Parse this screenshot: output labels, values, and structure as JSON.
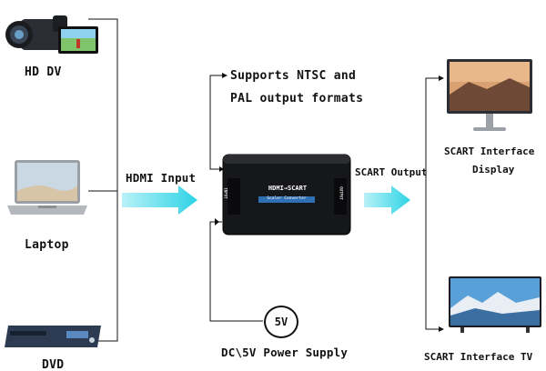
{
  "sources": [
    {
      "label": "HD DV",
      "icon": "camcorder-icon"
    },
    {
      "label": "Laptop",
      "icon": "laptop-icon"
    },
    {
      "label": "DVD",
      "icon": "dvd-player-icon"
    }
  ],
  "input_label": "HDMI Input",
  "output_label": "SCART Output",
  "note_line1": "Supports NTSC and",
  "note_line2": "PAL output formats",
  "converter": {
    "title": "HDMI→SCART",
    "subtitle": "Scaler Converter",
    "port_in": "INPUT",
    "port_out": "OUTPUT"
  },
  "power": {
    "badge": "5V",
    "label": "DC\\5V Power Supply"
  },
  "outputs": [
    {
      "label_line1": "SCART Interface",
      "label_line2": "Display",
      "icon": "monitor-icon"
    },
    {
      "label": "SCART Interface TV",
      "icon": "tv-icon"
    }
  ],
  "colors": {
    "arrow": "#49d9ea",
    "badge": "#2f86d6",
    "line": "#111111"
  }
}
